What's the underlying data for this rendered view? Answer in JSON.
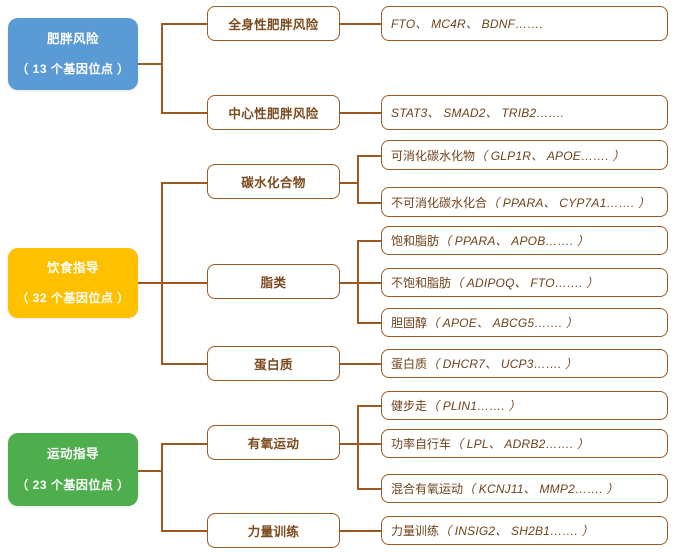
{
  "diagram": {
    "type": "mind-map",
    "line_color": "#9C5A22",
    "branches": [
      {
        "id": "obesity-risk",
        "root": {
          "title": "肥胖风险",
          "subtitle": "（ 13 个基因位点 ）",
          "color": "#5B9BD5"
        },
        "children": [
          {
            "label": "全身性肥胖风险",
            "leaves": [
              {
                "zh": "",
                "genes": "FTO、 MC4R、 BDNF……."
              }
            ]
          },
          {
            "label": "中心性肥胖风险",
            "leaves": [
              {
                "zh": "",
                "genes": "STAT3、 SMAD2、 TRIB2……."
              }
            ]
          }
        ]
      },
      {
        "id": "diet-guidance",
        "root": {
          "title": "饮食指导",
          "subtitle": "（ 32 个基因位点 ）",
          "color": "#FFC000"
        },
        "children": [
          {
            "label": "碳水化合物",
            "leaves": [
              {
                "zh": "可消化碳水化物",
                "genes": "（ GLP1R、 APOE……. ）"
              },
              {
                "zh": "不可消化碳水化合",
                "genes": "（ PPARA、 CYP7A1……. ）"
              }
            ]
          },
          {
            "label": "脂类",
            "leaves": [
              {
                "zh": "饱和脂肪",
                "genes": "（ PPARA、 APOB……. ）"
              },
              {
                "zh": "不饱和脂肪",
                "genes": "（ ADIPOQ、 FTO……. ）"
              },
              {
                "zh": "胆固醇",
                "genes": "（ APOE、 ABCG5……. ）"
              }
            ]
          },
          {
            "label": "蛋白质",
            "leaves": [
              {
                "zh": "蛋白质",
                "genes": "（ DHCR7、 UCP3……. ）"
              }
            ]
          }
        ]
      },
      {
        "id": "exercise-guidance",
        "root": {
          "title": "运动指导",
          "subtitle": "（ 23 个基因位点 ）",
          "color": "#4EAD4C"
        },
        "children": [
          {
            "label": "有氧运动",
            "leaves": [
              {
                "zh": "健步走",
                "genes": "（ PLIN1……. ）"
              },
              {
                "zh": "功率自行车",
                "genes": "（ LPL、 ADRB2……. ）"
              },
              {
                "zh": "混合有氧运动",
                "genes": "（ KCNJ11、 MMP2……. ）"
              }
            ]
          },
          {
            "label": "力量训练",
            "leaves": [
              {
                "zh": "力量训练",
                "genes": "（ INSIG2、 SH2B1……. ）"
              }
            ]
          }
        ]
      }
    ]
  },
  "roots": {
    "obesity": {
      "title": "肥胖风险",
      "subtitle": "（ 13 个基因位点 ）"
    },
    "diet": {
      "title": "饮食指导",
      "subtitle": "（ 32 个基因位点 ）"
    },
    "exercise": {
      "title": "运动指导",
      "subtitle": "（ 23 个基因位点 ）"
    }
  },
  "mid": {
    "general_obesity": "全身性肥胖风险",
    "central_obesity": "中心性肥胖风险",
    "carbohydrate": "碳水化合物",
    "lipids": "脂类",
    "protein": "蛋白质",
    "aerobic": "有氧运动",
    "strength": "力量训练"
  },
  "leaves": {
    "general_obesity_genes": "FTO、 MC4R、 BDNF…….",
    "central_obesity_genes": "STAT3、 SMAD2、 TRIB2…….",
    "digestible_carb_zh": "可消化碳水化物",
    "digestible_carb_genes": "（ GLP1R、 APOE……. ）",
    "indigestible_carb_zh": "不可消化碳水化合",
    "indigestible_carb_genes": "（ PPARA、 CYP7A1……. ）",
    "saturated_fat_zh": "饱和脂肪",
    "saturated_fat_genes": "（ PPARA、 APOB……. ）",
    "unsaturated_fat_zh": "不饱和脂肪",
    "unsaturated_fat_genes": "（ ADIPOQ、 FTO……. ）",
    "cholesterol_zh": "胆固醇",
    "cholesterol_genes": "（ APOE、 ABCG5……. ）",
    "protein_zh": "蛋白质",
    "protein_genes": "（ DHCR7、 UCP3……. ）",
    "walking_zh": "健步走",
    "walking_genes": "（ PLIN1……. ）",
    "cycling_zh": "功率自行车",
    "cycling_genes": "（ LPL、 ADRB2……. ）",
    "mixed_aerobic_zh": "混合有氧运动",
    "mixed_aerobic_genes": "（ KCNJ11、 MMP2……. ）",
    "strength_zh": "力量训练",
    "strength_genes": "（ INSIG2、 SH2B1……. ）"
  }
}
